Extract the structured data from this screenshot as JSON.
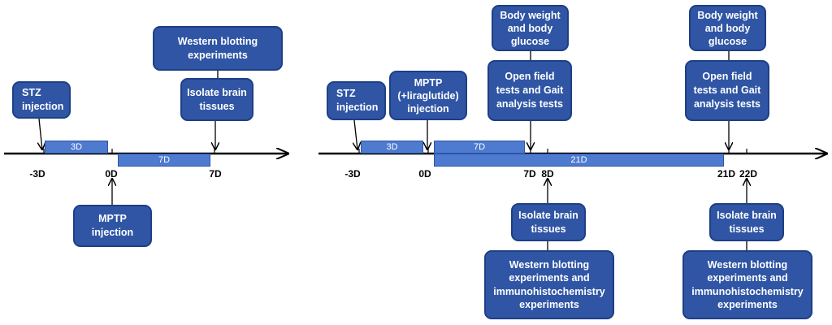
{
  "left_panel": {
    "boxes": {
      "stz": "STZ\ninjection",
      "western": "Western blotting\nexperiments",
      "isolate": "Isolate brain\ntissues",
      "mptp": "MPTP\ninjection"
    },
    "bars": {
      "pre": "3D",
      "post": "7D"
    },
    "ticks": {
      "m3": "-3D",
      "d0": "0D",
      "d7": "7D"
    }
  },
  "right_panel": {
    "boxes": {
      "stz": "STZ\ninjection",
      "mptp": "MPTP\n(+liraglutide)\ninjection",
      "bw1": "Body weight\nand body\nglucose",
      "of1": "Open field\ntests and Gait\nanalysis tests",
      "bw2": "Body weight\nand body\nglucose",
      "of2": "Open field\ntests and Gait\nanalysis tests",
      "iso1": "Isolate brain\ntissues",
      "wb1": "Western blotting\nexperiments and\nimmunohistochemistry\nexperiments",
      "iso2": "Isolate brain\ntissues",
      "wb2": "Western blotting\nexperiments and\nimmunohistochemistry\nexperiments"
    },
    "bars": {
      "pre": "3D",
      "mid": "7D",
      "long": "21D"
    },
    "ticks": {
      "m3": "-3D",
      "d0": "0D",
      "d7": "7D",
      "d8": "8D",
      "d21": "21D",
      "d22": "22D"
    }
  },
  "colors": {
    "box_fill": "#2f55a4",
    "bar_fill": "#4e7ad0",
    "line": "#000000"
  }
}
